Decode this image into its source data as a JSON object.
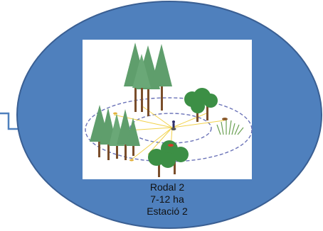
{
  "label": {
    "line1": "Rodal 2",
    "line2": "7-12 ha",
    "line3": "Estació 2"
  },
  "colors": {
    "ellipse_fill": "#4f80bd",
    "ellipse_stroke": "#3a5f93",
    "connector": "#4f80bd",
    "conifer": "#5f9e6c",
    "broadleaf": "#3c8f45",
    "trunk": "#7a4e2b",
    "plot_ring": "#6b73b8",
    "sight_line": "#f2d24b"
  },
  "icons": [
    "conifer-tree-icon",
    "broadleaf-tree-icon",
    "grass-tuft-icon",
    "observer-icon",
    "bird-icon"
  ]
}
